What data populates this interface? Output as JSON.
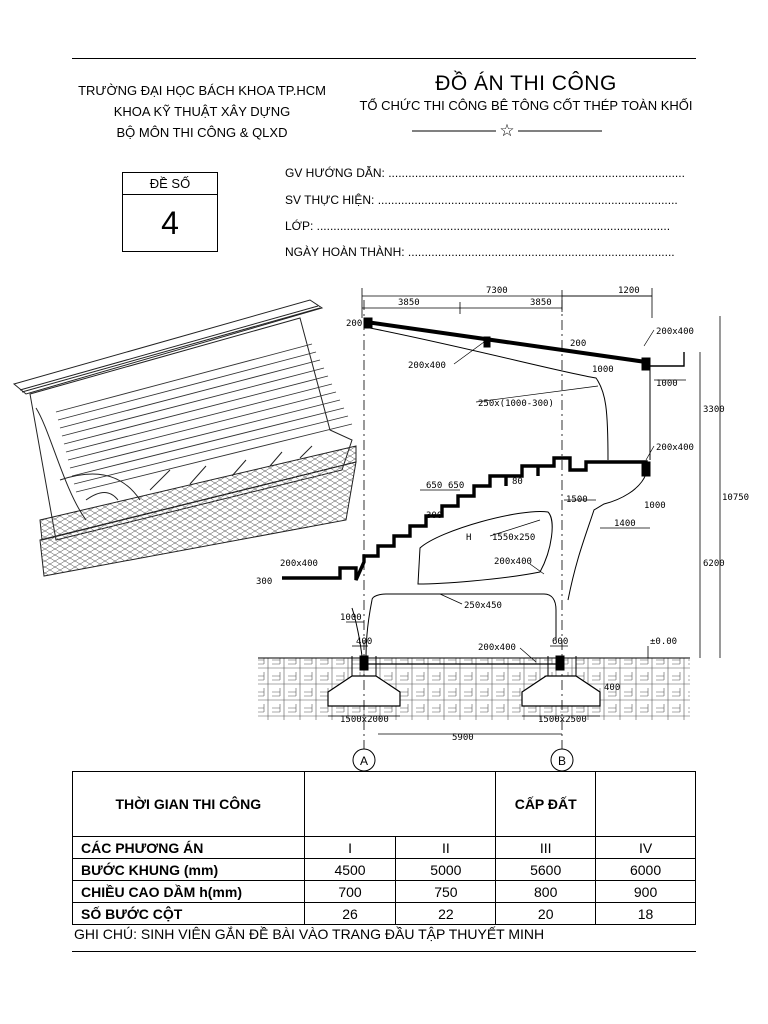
{
  "header": {
    "school_lines": [
      "TRƯỜNG ĐẠI HỌC BÁCH KHOA TP.HCM",
      "KHOA KỸ THUẬT XÂY DỰNG",
      "BỘ MÔN THI CÔNG & QLXD"
    ],
    "title": "ĐỒ ÁN THI CÔNG",
    "subtitle": "TỔ CHỨC THI CÔNG BÊ TÔNG CỐT THÉP TOÀN KHỐI",
    "star": "☆"
  },
  "assignment": {
    "label": "ĐỀ SỐ",
    "number": "4"
  },
  "info_lines": [
    "GV HƯỚNG DẪN: .........................................................................................",
    "SV THỰC HIỆN: ..........................................................................................",
    "LỚP: ..........................................................................................................",
    "NGÀY HOÀN THÀNH: ................................................................................"
  ],
  "drawing": {
    "dims": {
      "d7300": "7300",
      "d3850a": "3850",
      "d3850b": "3850",
      "d1200": "1200",
      "d200a": "200",
      "d200b": "200",
      "d1000a": "1000",
      "d1000b": "1000",
      "d3300": "3300",
      "d10750": "10750",
      "d6200": "6200",
      "d650a": "650",
      "d650b": "650",
      "d80": "80",
      "d300a": "300",
      "d300b": "300",
      "d1500": "1500",
      "d1400": "1400",
      "d1000c": "1000",
      "d1000d": "1000",
      "d400a": "400",
      "d600": "600",
      "d400b": "400",
      "d5900": "5900",
      "dH": "H",
      "d000": "±0.00"
    },
    "labels": {
      "b200x400_1": "200x400",
      "b200x400_2": "200x400",
      "b200x400_3": "200x400",
      "b200x400_4": "200x400",
      "b200x400_5": "200x400",
      "b200x400_6": "200x400",
      "col250": "250x(1000-300)",
      "b1550": "1550x250",
      "b250x450": "250x450",
      "f1": "1500x2000",
      "f2": "1500x2500"
    },
    "axes": {
      "a": "A",
      "b": "B"
    }
  },
  "table": {
    "rows": [
      {
        "label": "THỜI GIAN THI CÔNG",
        "c1": "",
        "c2": "",
        "c3": "CẤP ĐẤT",
        "c4": ""
      },
      {
        "label": "CÁC PHƯƠNG ÁN",
        "c1": "I",
        "c2": "II",
        "c3": "III",
        "c4": "IV"
      },
      {
        "label": "BƯỚC KHUNG (mm)",
        "c1": "4500",
        "c2": "5000",
        "c3": "5600",
        "c4": "6000"
      },
      {
        "label": "CHIỀU CAO DẦM h(mm)",
        "c1": "700",
        "c2": "750",
        "c3": "800",
        "c4": "900"
      },
      {
        "label": "SỐ BƯỚC CỘT",
        "c1": "26",
        "c2": "22",
        "c3": "20",
        "c4": "18"
      }
    ]
  },
  "note": "GHI CHÚ: SINH VIÊN GẮN ĐỀ BÀI VÀO TRANG ĐẦU TẬP THUYẾT MINH"
}
